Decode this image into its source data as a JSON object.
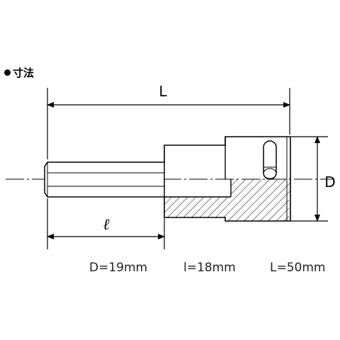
{
  "heading": {
    "bullet": "●",
    "title": "寸法"
  },
  "dimension_labels": {
    "overall_length": "L",
    "diameter": "D",
    "hex_length": "ℓ"
  },
  "specs": [
    {
      "text": "D=19mm"
    },
    {
      "text": "l=18mm"
    },
    {
      "text": "L=50mm"
    }
  ],
  "colors": {
    "line": "#000000",
    "spec_text": "#222222",
    "background": "#ffffff"
  }
}
